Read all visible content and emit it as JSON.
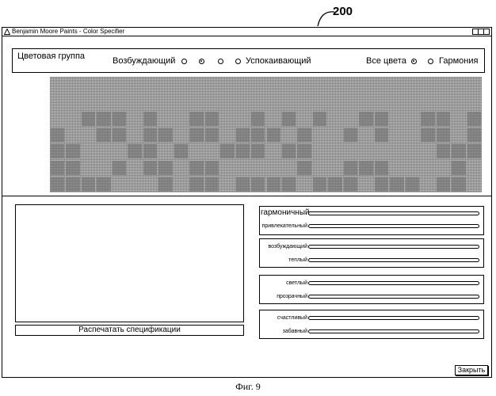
{
  "figure": {
    "reference_number": "200",
    "caption": "Фиг. 9"
  },
  "window": {
    "title": "Benjamin Moore Paints - Color Specifier"
  },
  "color_group": {
    "label": "Цветовая группа",
    "exciting_label": "Возбуждающий",
    "calming_label": "Успокаивающий",
    "all_colors_label": "Все цвета",
    "harmony_label": "Гармония",
    "mood_scale_selected_index": 1,
    "mode_selected": "all_colors"
  },
  "buttons": {
    "print_label": "Распечатать спецификации",
    "close_label": "Закрыть"
  },
  "slider_groups": [
    {
      "labels": [
        "гармоничный",
        "привлекательный"
      ]
    },
    {
      "labels": [
        "возбуждающий",
        "теплый"
      ]
    },
    {
      "labels": [
        "светлый",
        "прозрачный"
      ]
    },
    {
      "labels": [
        "счастливый",
        "забавный"
      ]
    }
  ],
  "icons": {
    "window_icon": "triangle-warning-icon",
    "radio": "radio-button"
  }
}
